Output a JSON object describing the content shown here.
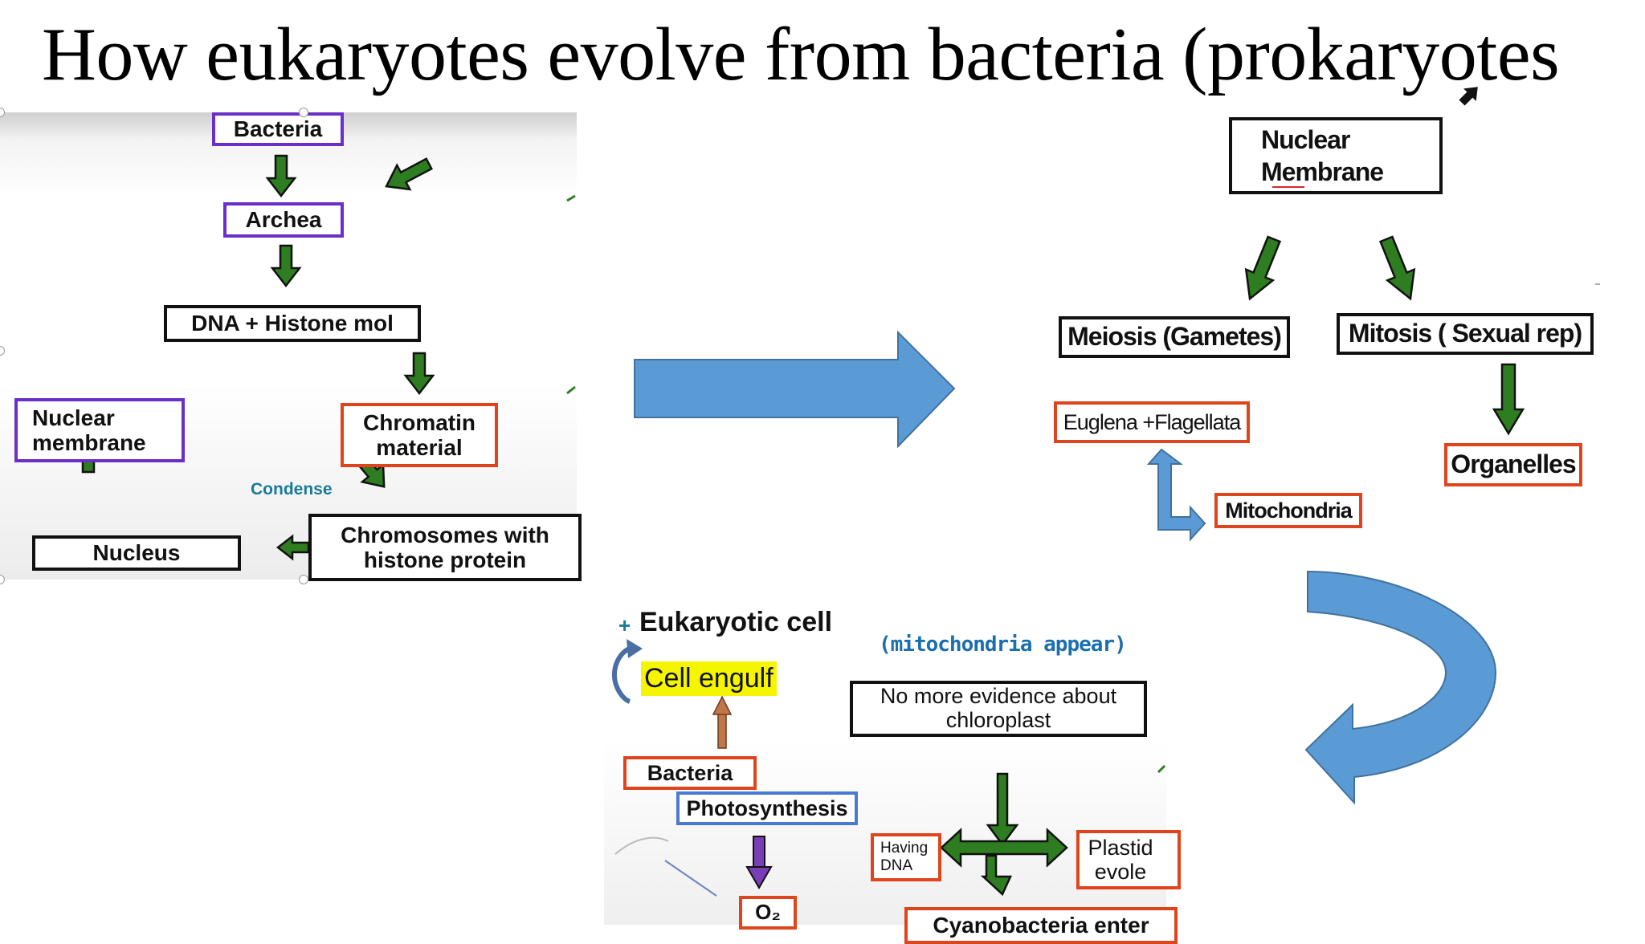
{
  "title": "How eukaryotes evolve from bacteria (prokaryotes",
  "left_panel": {
    "bacteria": "Bacteria",
    "archea": "Archea",
    "dna_histone": "DNA + Histone mol",
    "chromatin": "Chromatin material",
    "condense": "Condense",
    "chromosomes": "Chromosomes with histone protein",
    "nucleus": "Nucleus",
    "nuclear_membrane": "Nuclear membrane"
  },
  "right_top": {
    "nuclear_membrane": "Nuclear Membrane",
    "meiosis": "Meiosis (Gametes)",
    "mitosis": "Mitosis ( Sexual rep)",
    "euglena": "Euglena +Flagellata",
    "mitochondria": "Mitochondria",
    "organelles": "Organelles"
  },
  "bottom_panel": {
    "eukaryotic_cell": "Eukaryotic cell",
    "plus": "+",
    "mito_appear": "(mitochondria appear)",
    "cell_engulf": "Cell engulf",
    "no_evidence": "No more evidence about chloroplast",
    "bacteria": "Bacteria",
    "photosynthesis": "Photosynthesis",
    "having_dna": "Having DNA",
    "plastid": "Plastid evole",
    "o2": "O₂",
    "cyanobacteria": "Cyanobacteria enter"
  },
  "colors": {
    "green_arrow": "#2e7d20",
    "blue_arrow": "#5b9bd5",
    "purple_border": "#6a2fc8",
    "orange_border": "#e0441c",
    "highlight": "#f5f500",
    "teal_text": "#1a7a9a"
  }
}
